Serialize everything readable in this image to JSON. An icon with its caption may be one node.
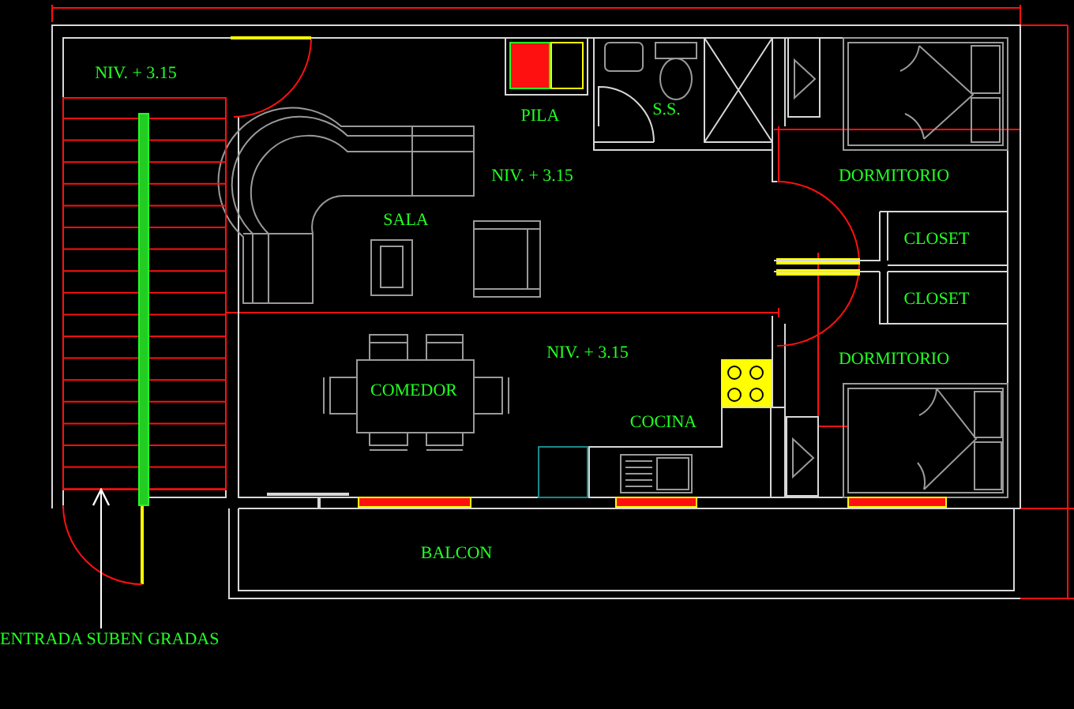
{
  "diagram": {
    "nodes": [
      {
        "text": [
          "ENTRADA SUBEN GRADAS"
        ]
      },
      {
        "text": [],
        "shape": "box"
      }
    ],
    "edges": [
      {
        "from": 0,
        "to": 1,
        "arrow": "to"
      }
    ],
    "labels": [
      "NIV. + 3.15",
      "PILA",
      "S.S.",
      "NIV. + 3.15",
      "SALA",
      "DORMITORIO",
      "CLOSET",
      "CLOSET",
      "NIV. + 3.15",
      "DORMITORIO",
      "COMEDOR",
      "COCINA",
      "BALCON"
    ]
  }
}
